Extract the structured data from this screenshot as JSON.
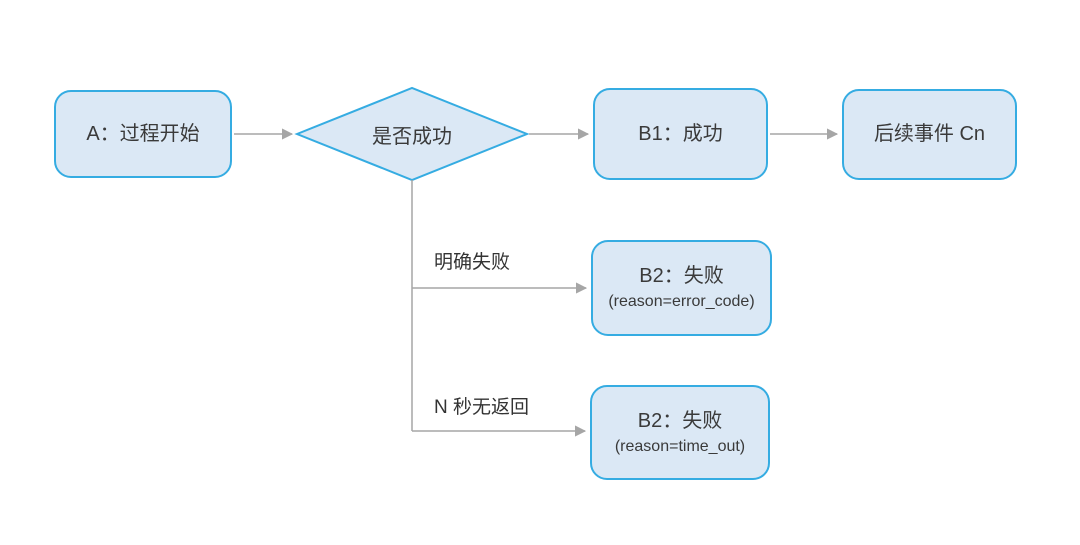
{
  "diagram": {
    "nodes": {
      "a": {
        "label": "A：过程开始"
      },
      "decision": {
        "label": "是否成功"
      },
      "b1": {
        "label": "B1：成功"
      },
      "cn": {
        "label": "后续事件 Cn"
      },
      "b2_error": {
        "label": "B2：失败",
        "sublabel": "(reason=error_code)"
      },
      "b2_timeout": {
        "label": "B2：失败",
        "sublabel": "(reason=time_out)"
      }
    },
    "edge_labels": {
      "explicit_failure": "明确失败",
      "timeout": "N 秒无返回"
    },
    "colors": {
      "node_border": "#35ace2",
      "node_fill": "#dbe8f5",
      "connector": "#a6a6a6",
      "text": "#3a3a3a"
    }
  }
}
